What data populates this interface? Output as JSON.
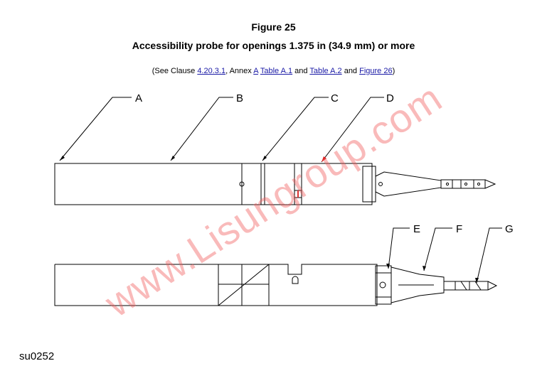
{
  "figure": {
    "title": "Figure 25",
    "caption": "Accessibility probe for openings 1.375 in (34.9 mm) or more"
  },
  "references": {
    "prefix": "(See Clause ",
    "clause_link": "4.20.3.1",
    "mid1": ", Annex ",
    "annex_link": "A",
    "space": " ",
    "table1_link": "Table A.1",
    "mid2": " and ",
    "table2_link": "Table A.2",
    "mid3": " and ",
    "figure_link": "Figure 26",
    "suffix": ")"
  },
  "callouts": {
    "a": "A",
    "b": "B",
    "c": "C",
    "d": "D",
    "e": "E",
    "f": "F",
    "g": "G"
  },
  "watermark": "www.Lisungroup.com",
  "drawing_code": "su0252",
  "colors": {
    "link": "#1a1aa6",
    "watermark": "#f05a5a"
  }
}
